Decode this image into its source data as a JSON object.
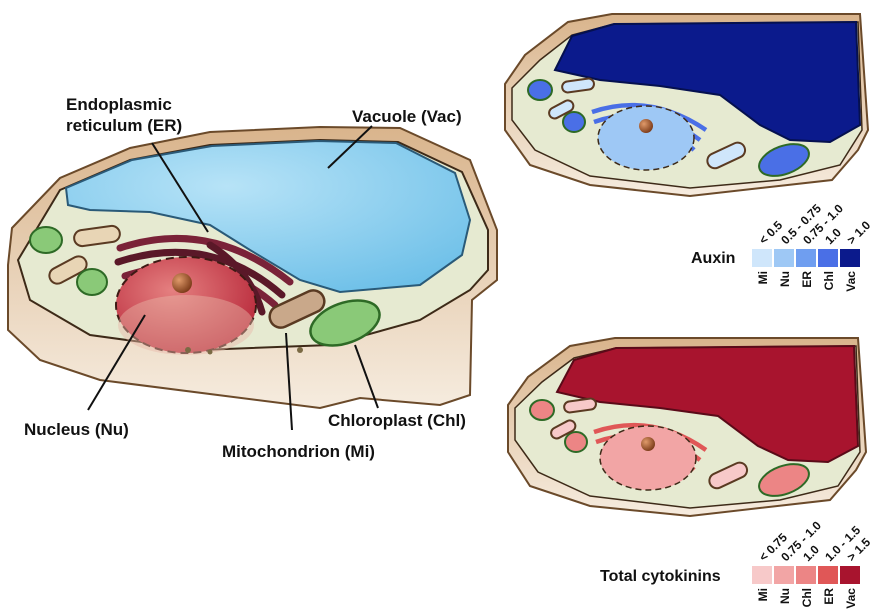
{
  "labels": {
    "er_line1": "Endoplasmic",
    "er_line2": "reticulum (ER)",
    "vacuole": "Vacuole (Vac)",
    "nucleus": "Nucleus (Nu)",
    "mitochondrion": "Mitochondrion (Mi)",
    "chloroplast": "Chloroplast (Chl)"
  },
  "legends": {
    "auxin": {
      "title": "Auxin",
      "ranges": [
        "< 0.5",
        "0.5 - 0.75",
        "0.75 - 1.0",
        "1.0",
        "> 1.0"
      ],
      "colors": [
        "#cfe6fb",
        "#9ec8f5",
        "#6f9ef0",
        "#4a6fe6",
        "#0b1a8c"
      ],
      "compartments": [
        "Mi",
        "Nu",
        "ER",
        "Chl",
        "Vac"
      ]
    },
    "cytokinins": {
      "title": "Total cytokinins",
      "ranges": [
        "< 0.75",
        "0.75 - 1.0",
        "1.0",
        "1.0 - 1.5",
        "> 1.5"
      ],
      "colors": [
        "#f7c9c9",
        "#f2a5a5",
        "#ec8585",
        "#e05757",
        "#a8142e"
      ],
      "compartments": [
        "Mi",
        "Nu",
        "Chl",
        "ER",
        "Vac"
      ]
    }
  },
  "colors": {
    "cell_wall": "#c9a27a",
    "cytoplasm": "#e9ecd5",
    "vacuole_main": "#8fd0f0",
    "nucleus_main": "#cc4448",
    "er_main": "#6b1f30",
    "chloroplast": "#8ac978",
    "mitochondrion": "#8a5a3a"
  }
}
